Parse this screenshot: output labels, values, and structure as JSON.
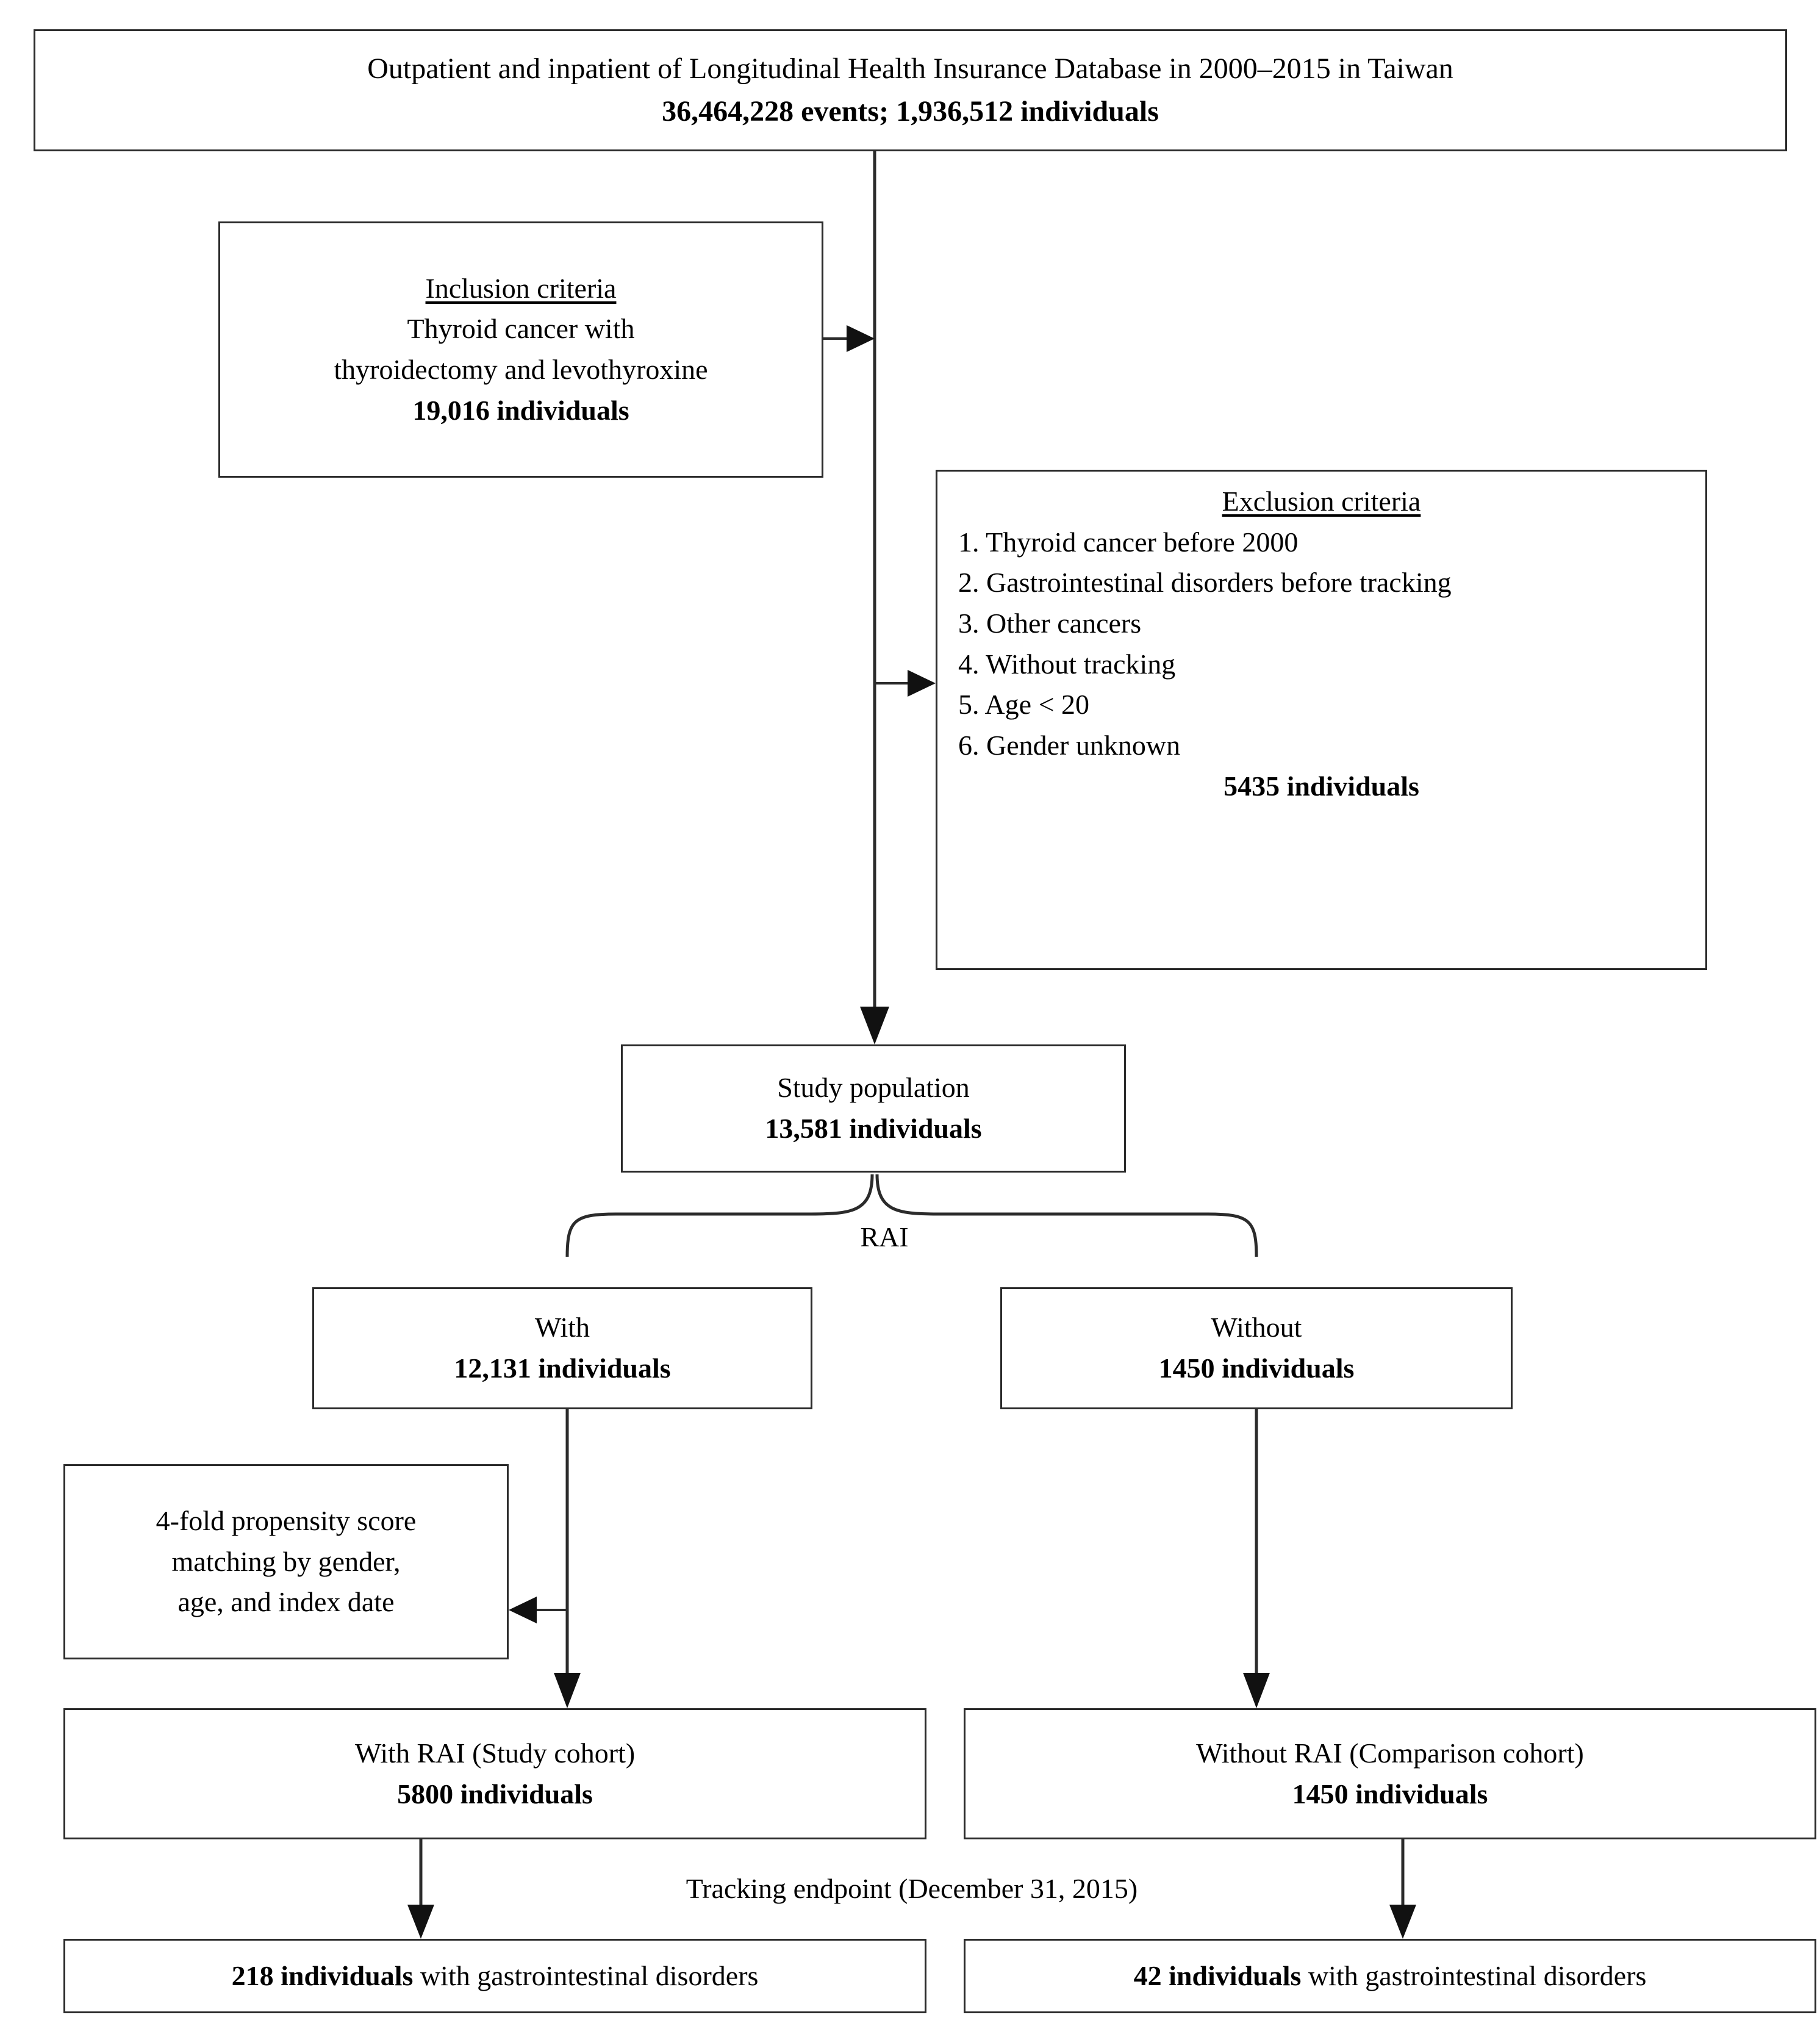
{
  "diagram": {
    "title_box": {
      "line1": "Outpatient and inpatient of Longitudinal Health Insurance Database in 2000–2015 in Taiwan",
      "line2": "36,464,228 events; 1,936,512 individuals"
    },
    "inclusion": {
      "heading": "Inclusion criteria",
      "line1": "Thyroid cancer with",
      "line2": "thyroidectomy and levothyroxine",
      "total": "19,016 individuals"
    },
    "exclusion": {
      "heading": "Exclusion criteria",
      "items": [
        "1. Thyroid cancer before 2000",
        "2. Gastrointestinal disorders before tracking",
        "3. Other cancers",
        "4. Without tracking",
        "5. Age < 20",
        "6. Gender unknown"
      ],
      "total": "5435 individuals"
    },
    "study_population": {
      "line1": "Study population",
      "line2": "13,581 individuals"
    },
    "split_label": "RAI",
    "with_rai": {
      "line1": "With",
      "line2": "12,131 individuals"
    },
    "without_rai": {
      "line1": "Without",
      "line2": "1450 individuals"
    },
    "matching": {
      "line1": "4-fold propensity score",
      "line2": "matching by gender,",
      "line3": "age, and index date"
    },
    "study_cohort": {
      "line1": "With RAI (Study cohort)",
      "line2": "5800 individuals"
    },
    "comparison_cohort": {
      "line1": "Without RAI (Comparison cohort)",
      "line2": "1450 individuals"
    },
    "tracking_endpoint": "Tracking endpoint (December 31, 2015)",
    "outcome_left": {
      "count": "218 individuals",
      "rest": " with gastrointestinal disorders"
    },
    "outcome_right": {
      "count": "42 individuals",
      "rest": " with gastrointestinal disorders"
    }
  }
}
